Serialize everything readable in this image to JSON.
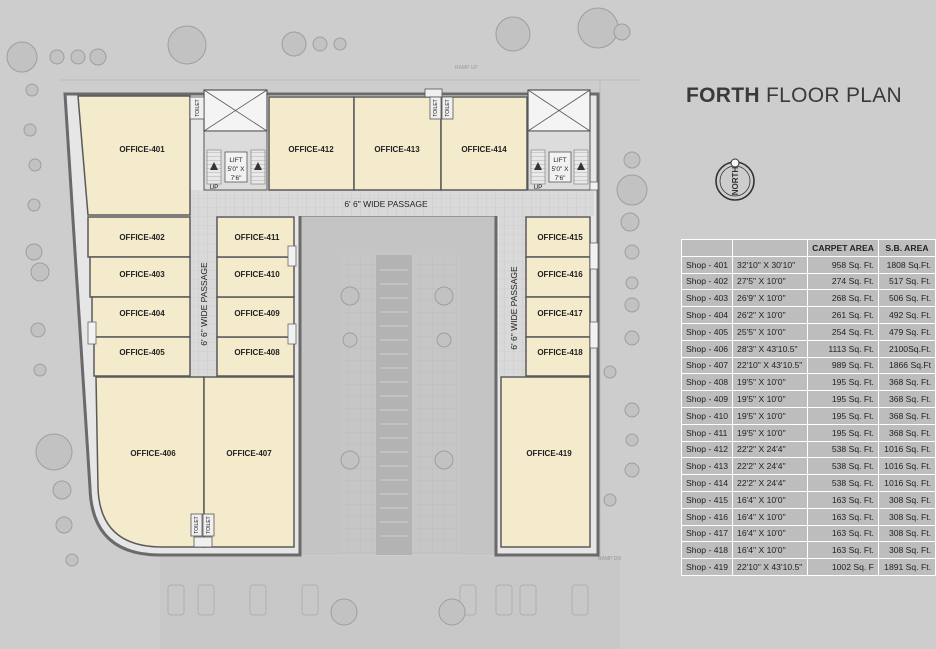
{
  "title": {
    "bold": "FORTH",
    "rest": " FLOOR PLAN"
  },
  "north_label": "NORTH",
  "passage_label": "6' 6\" WIDE PASSAGE",
  "lift_label": [
    "LIFT",
    "5'0\" X",
    "7'6\""
  ],
  "toilet_label": "TOILET",
  "up_label": "UP",
  "ramp_up": "RAMP UP",
  "ramp_dn": "RAMP DN",
  "offices": {
    "o401": "OFFICE-401",
    "o402": "OFFICE-402",
    "o403": "OFFICE-403",
    "o404": "OFFICE-404",
    "o405": "OFFICE-405",
    "o406": "OFFICE-406",
    "o407": "OFFICE-407",
    "o408": "OFFICE-408",
    "o409": "OFFICE-409",
    "o410": "OFFICE-410",
    "o411": "OFFICE-411",
    "o412": "OFFICE-412",
    "o413": "OFFICE-413",
    "o414": "OFFICE-414",
    "o415": "OFFICE-415",
    "o416": "OFFICE-416",
    "o417": "OFFICE-417",
    "o418": "OFFICE-418",
    "o419": "OFFICE-419"
  },
  "table": {
    "headers": [
      "",
      "",
      "CARPET AREA",
      "S.B. AREA"
    ],
    "rows": [
      [
        "Shop - 401",
        "32'10\" X 30'10\"",
        "958 Sq. Ft.",
        "1808 Sq.Ft."
      ],
      [
        "Shop - 402",
        "27'5\" X 10'0\"",
        "274 Sq. Ft.",
        "517 Sq. Ft."
      ],
      [
        "Shop - 403",
        "26'9\" X 10'0\"",
        "268 Sq. Ft.",
        "506 Sq. Ft."
      ],
      [
        "Shop - 404",
        "26'2\" X 10'0\"",
        "261 Sq. Ft.",
        "492 Sq. Ft."
      ],
      [
        "Shop - 405",
        "25'5\" X 10'0\"",
        "254 Sq. Ft.",
        "479 Sq. Ft."
      ],
      [
        "Shop - 406",
        "28'3\" X 43'10.5\"",
        "1113 Sq. Ft.",
        "2100Sq.Ft."
      ],
      [
        "Shop - 407",
        "22'10\" X 43'10.5\"",
        "989 Sq. Ft.",
        "1866 Sq.Ft"
      ],
      [
        "Shop - 408",
        "19'5\" X 10'0\"",
        "195 Sq. Ft.",
        "368 Sq. Ft."
      ],
      [
        "Shop - 409",
        "19'5\" X 10'0\"",
        "195 Sq. Ft.",
        "368 Sq. Ft."
      ],
      [
        "Shop - 410",
        "19'5\" X 10'0\"",
        "195 Sq. Ft.",
        "368 Sq. Ft."
      ],
      [
        "Shop - 411",
        "19'5\" X 10'0\"",
        "195 Sq. Ft.",
        "368 Sq. Ft."
      ],
      [
        "Shop - 412",
        "22'2\" X 24'4\"",
        "538 Sq. Ft.",
        "1016 Sq. Ft."
      ],
      [
        "Shop - 413",
        "22'2\" X 24'4\"",
        "538 Sq. Ft.",
        "1016 Sq. Ft."
      ],
      [
        "Shop - 414",
        "22'2\" X 24'4\"",
        "538 Sq. Ft.",
        "1016 Sq. Ft."
      ],
      [
        "Shop - 415",
        "16'4\" X 10'0\"",
        "163 Sq. Ft.",
        "308 Sq. Ft."
      ],
      [
        "Shop - 416",
        "16'4\" X 10'0\"",
        "163 Sq. Ft.",
        "308 Sq. Ft."
      ],
      [
        "Shop - 417",
        "16'4\" X 10'0\"",
        "163 Sq. Ft.",
        "308 Sq. Ft."
      ],
      [
        "Shop - 418",
        "16'4\" X 10'0\"",
        "163 Sq. Ft.",
        "308 Sq. Ft."
      ],
      [
        "Shop - 419",
        "22'10\" X 43'10.5\"",
        "1002 Sq. F",
        "1891 Sq. Ft."
      ]
    ]
  },
  "colors": {
    "background": "#cdcdcd",
    "office_fill": "#f3ebcb",
    "wall": "#555555",
    "passage": "#dadada",
    "table_cell": "#bdbdbd"
  }
}
